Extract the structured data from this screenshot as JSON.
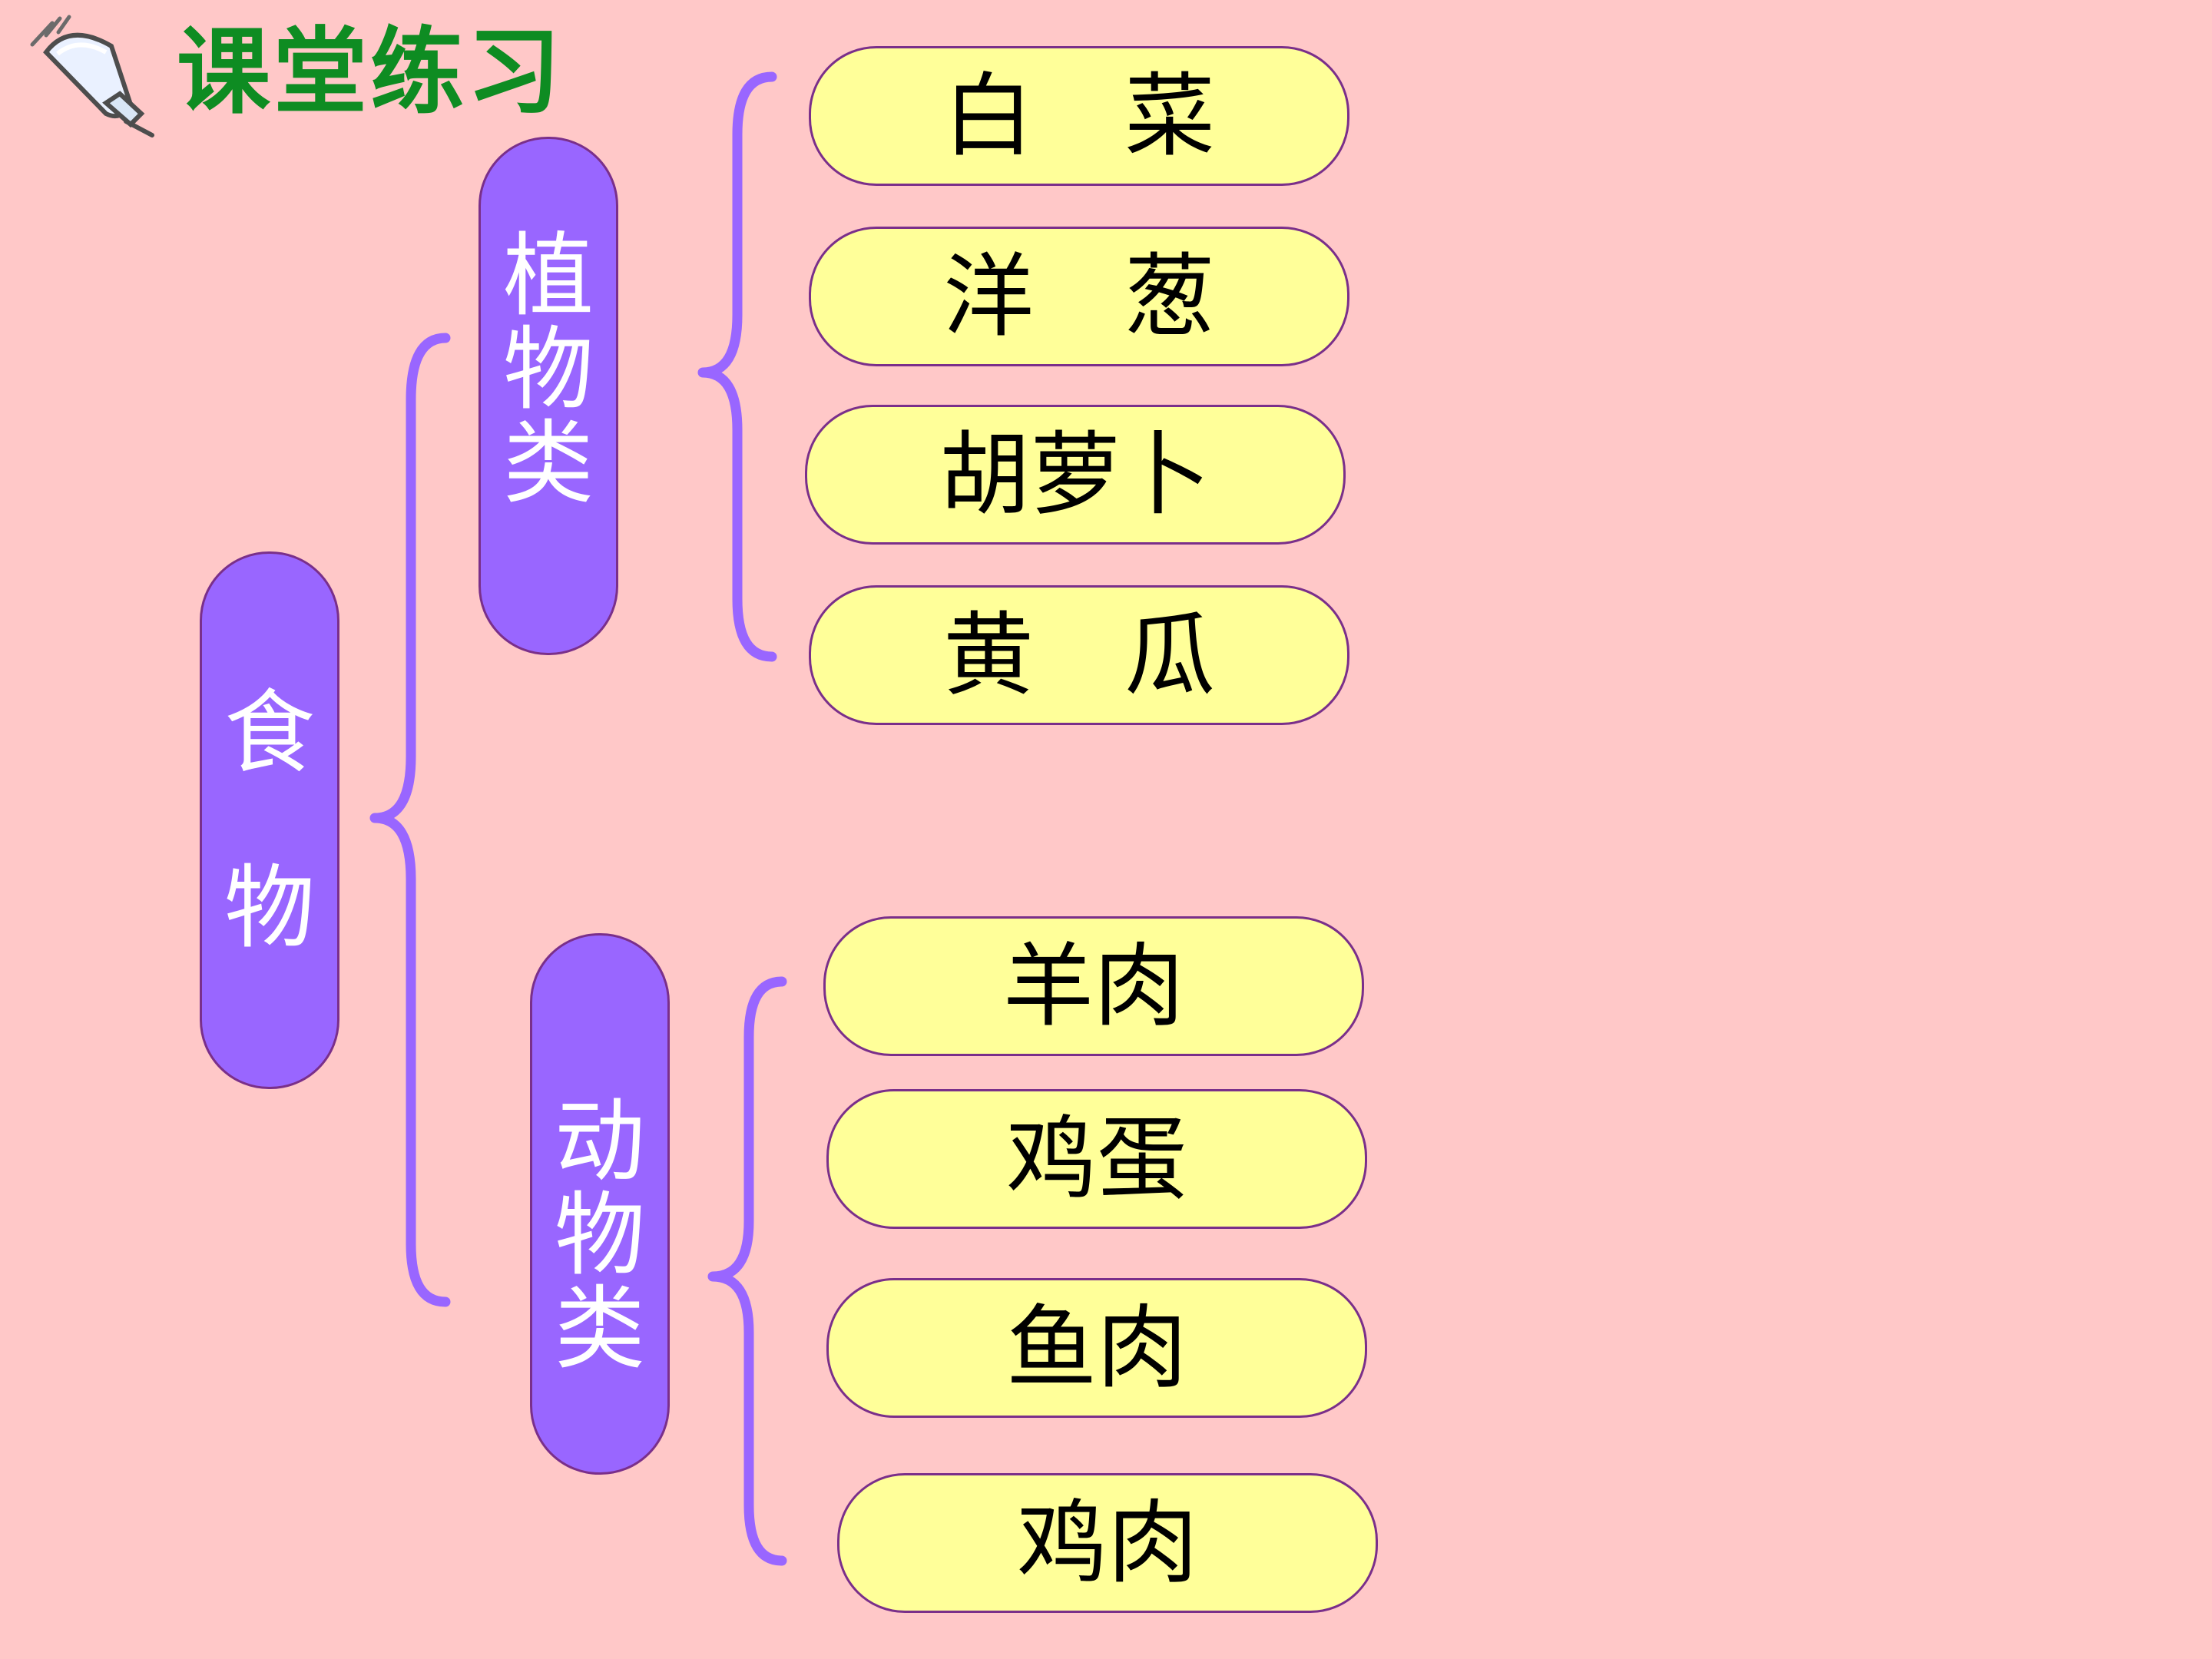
{
  "header": {
    "title": "课堂练习"
  },
  "colors": {
    "background": "#ffc8c8",
    "title": "#0e8c22",
    "category_fill": "#9966ff",
    "item_fill": "#ffff99",
    "brace": "#9966ff",
    "border": "#7a2f8a"
  },
  "diagram": {
    "root": {
      "chars": [
        "食",
        "物"
      ]
    },
    "categories": [
      {
        "chars": [
          "植",
          "物",
          "类"
        ],
        "items": [
          "白　菜",
          "洋　葱",
          "胡萝卜",
          "黄　瓜"
        ]
      },
      {
        "chars": [
          "动",
          "物",
          "类"
        ],
        "items": [
          "羊肉",
          "鸡蛋",
          "鱼肉",
          "鸡肉"
        ]
      }
    ]
  }
}
